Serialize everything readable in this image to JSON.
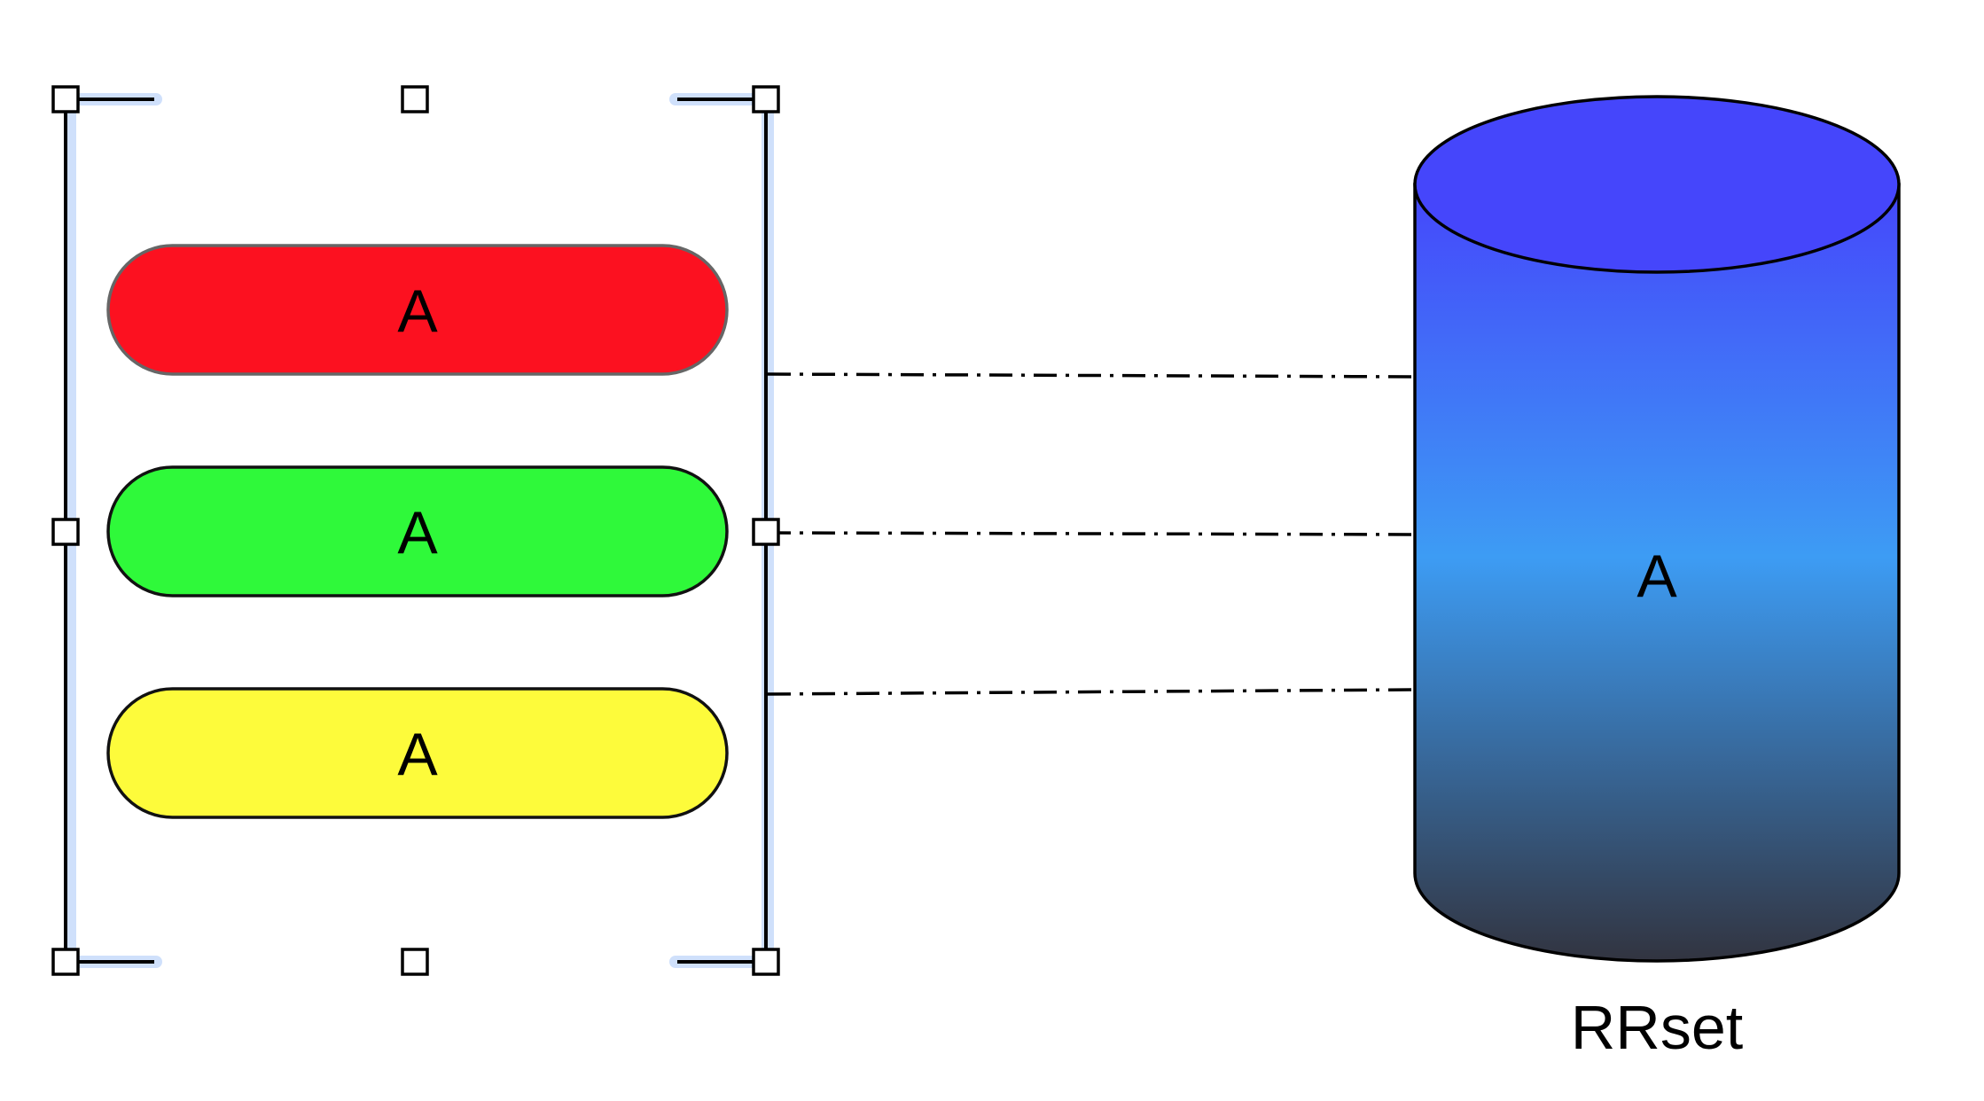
{
  "diagram": {
    "records": [
      {
        "label": "A",
        "fill": "#fc1120",
        "stroke": "#666666"
      },
      {
        "label": "A",
        "fill": "#2ff93a",
        "stroke": "#111111"
      },
      {
        "label": "A",
        "fill": "#fdfb3b",
        "stroke": "#111111"
      }
    ],
    "rrset": {
      "label": "A",
      "caption": "RRset",
      "gradient_top": "#4546fb",
      "gradient_mid": "#3d9cf4",
      "gradient_bottom": "#323440"
    },
    "selection_color": "#cfe0fb"
  }
}
